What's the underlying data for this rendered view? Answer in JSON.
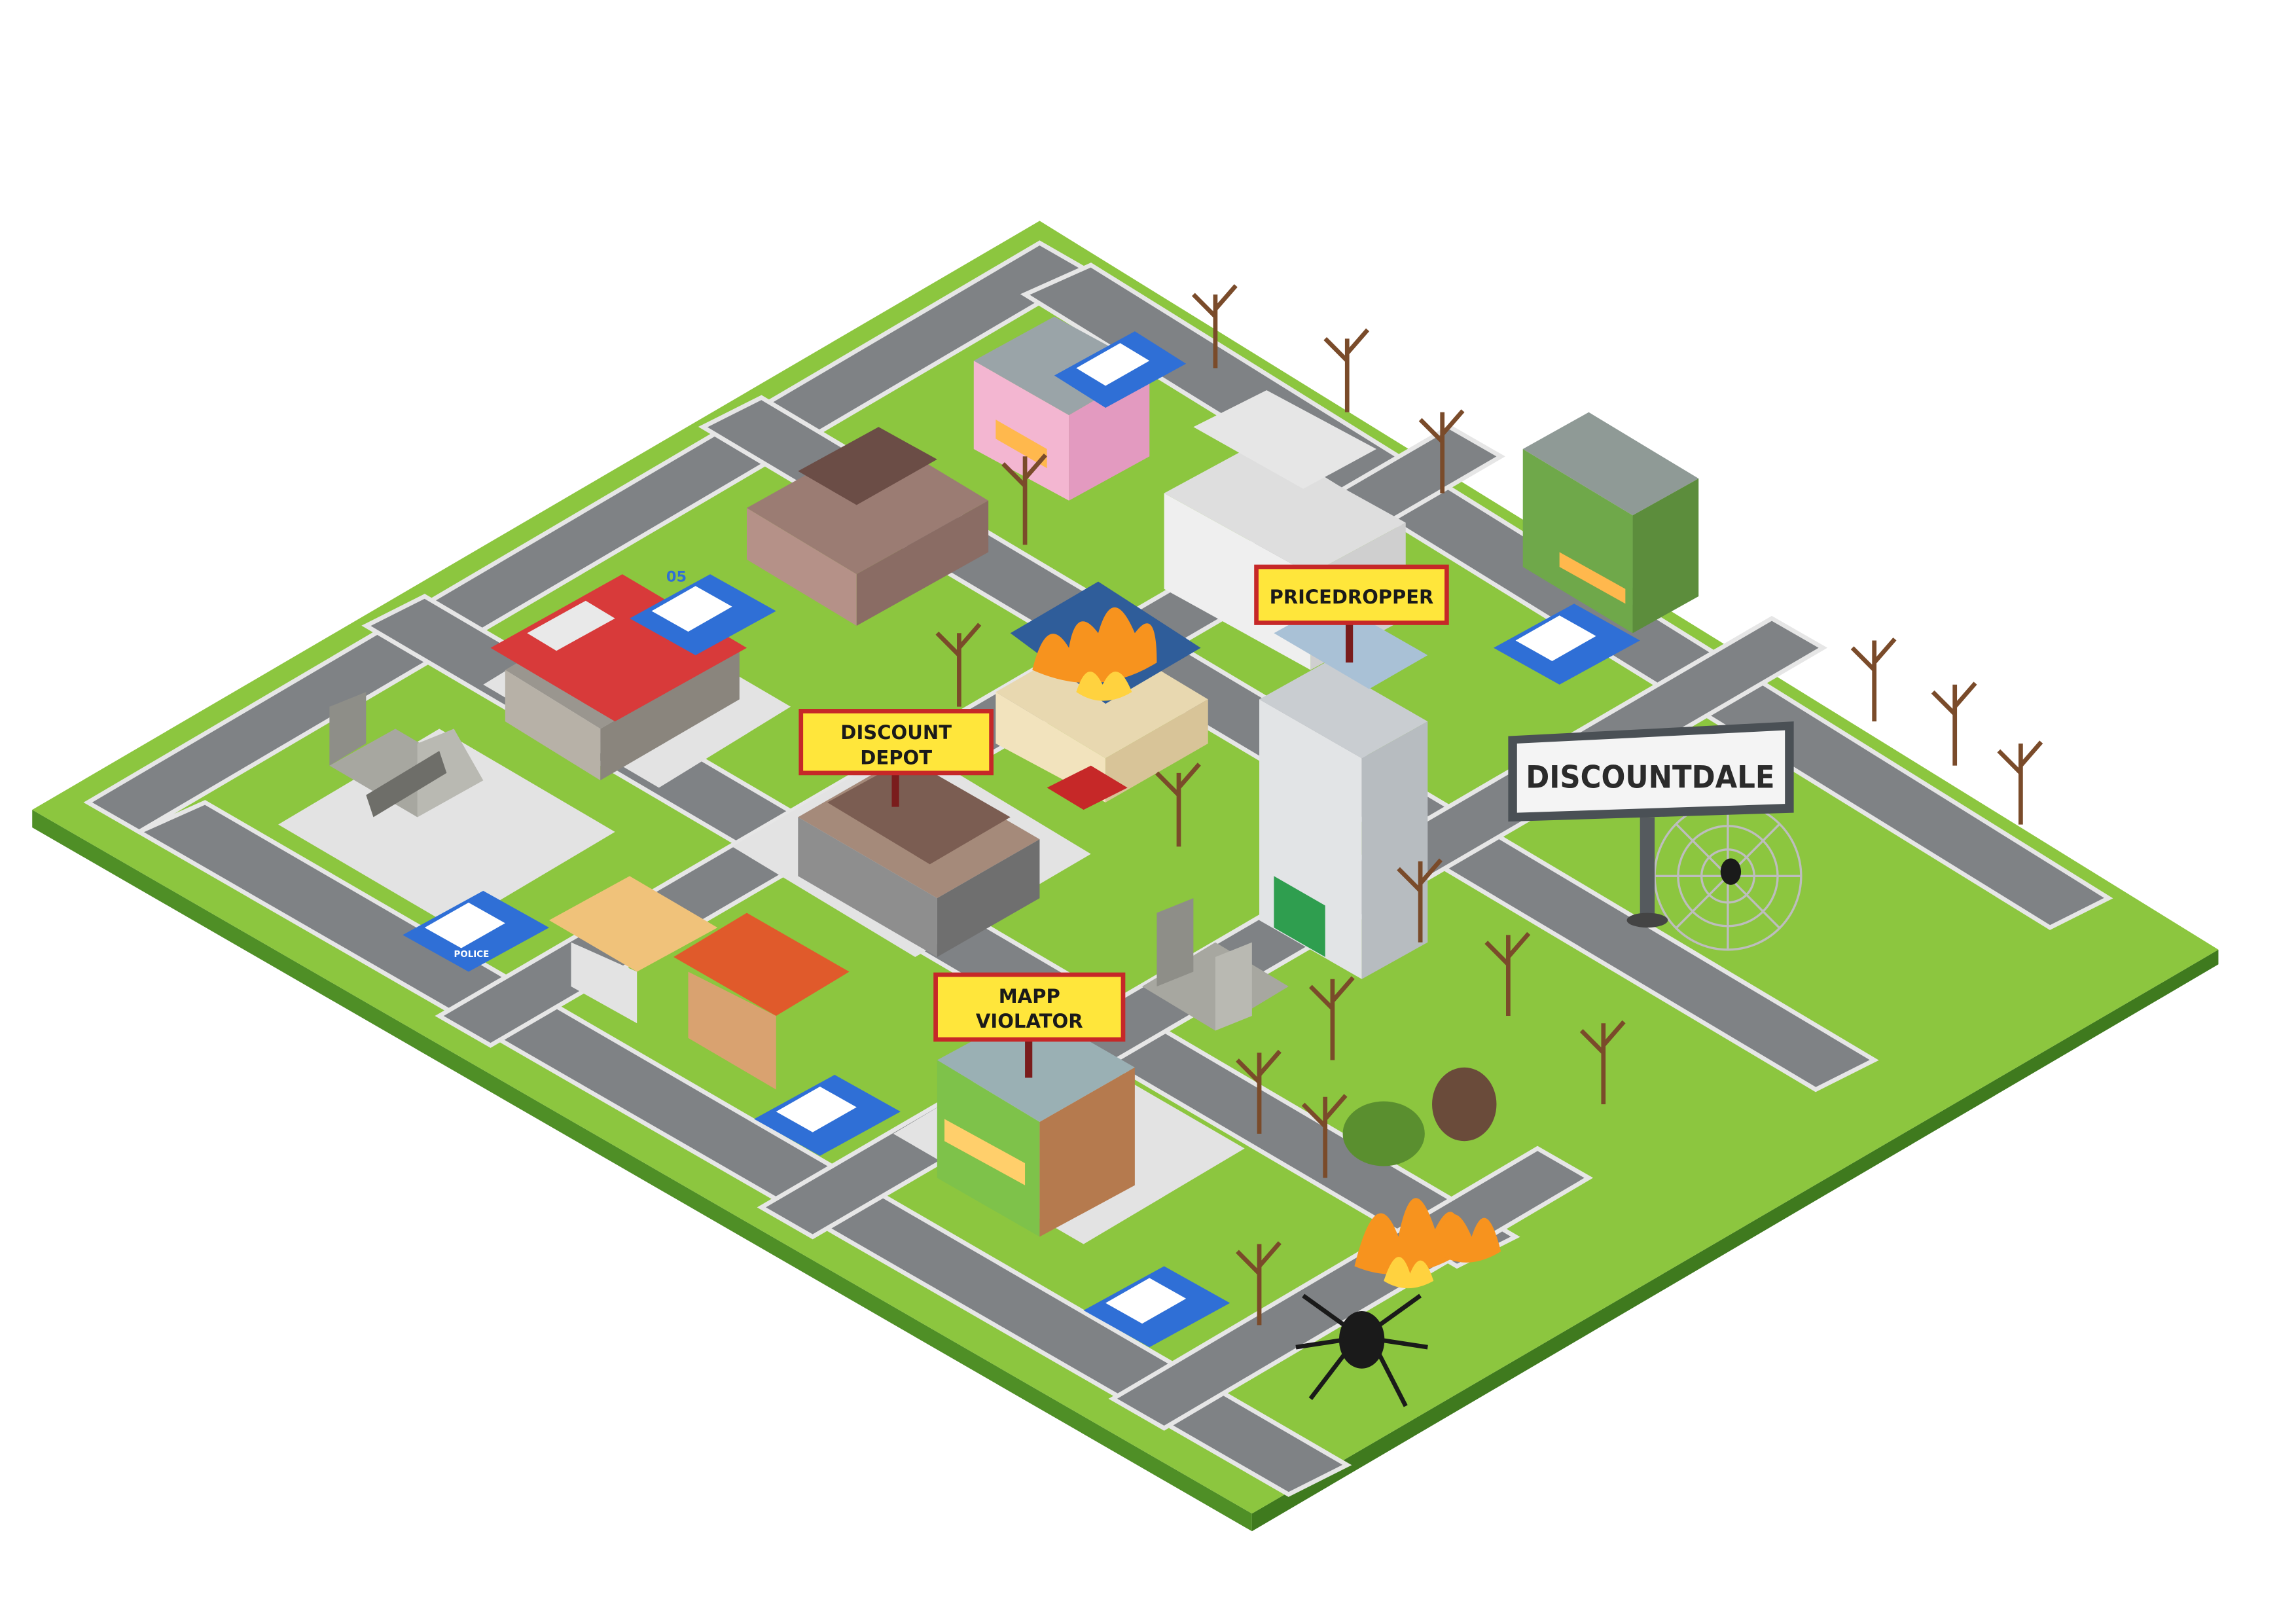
{
  "signs": {
    "discount_depot_line1": "DISCOUNT",
    "discount_depot_line2": "DEPOT",
    "pricedropper": "PRICEDROPPER",
    "mapp_violator_line1": "MAPP",
    "mapp_violator_line2": "VIOLATOR",
    "billboard": "DISCOUNTDALE"
  },
  "police_cars": {
    "label": "POLICE",
    "number": "05"
  },
  "colors": {
    "grass": "#8cc63f",
    "grass_side": "#4f8f26",
    "road": "#7f8285",
    "sidewalk": "#d9d9d9",
    "sign_fill": "#ffe63b",
    "sign_border": "#c62828",
    "fire": "#f7931e",
    "police_blue": "#2f6fd6"
  }
}
